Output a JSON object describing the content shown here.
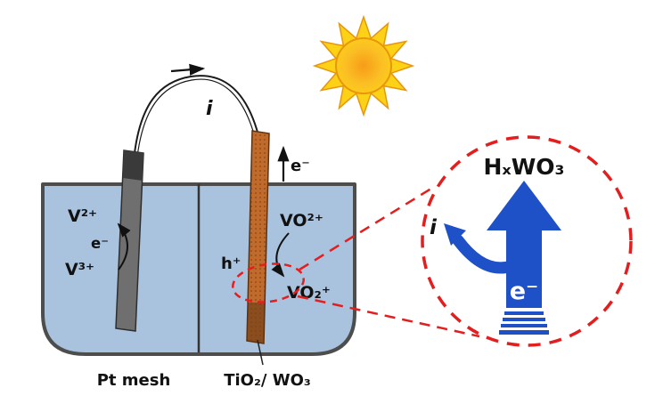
{
  "figure": {
    "cell": {
      "species_left_top": "V²⁺",
      "electron_left": "e⁻",
      "species_left_bottom": "V³⁺",
      "species_right_top": "VO²⁺",
      "hole": "h⁺",
      "species_right_bottom": "VO₂⁺",
      "electron_out": "e⁻",
      "current": "i",
      "electrode_left_label": "Pt mesh",
      "electrode_right_label": "TiO₂/ WO₃"
    },
    "zoom": {
      "product": "HₓWO₃",
      "electron": "e⁻",
      "current": "i"
    },
    "colors": {
      "electrolyte": "#a9c2dd",
      "beaker_outline": "#4d4d4d",
      "pt_electrode": "#6f6f6f",
      "pt_electrode_cap": "#3a3a3a",
      "oxide_electrode": "#c06a2c",
      "oxide_electrode_bottom": "#8a4d1d",
      "sun_ray": "#fcd116",
      "sun_core": "#f79c18",
      "highlight_red": "#e41e1e",
      "electron_blue": "#1e50c8"
    }
  }
}
